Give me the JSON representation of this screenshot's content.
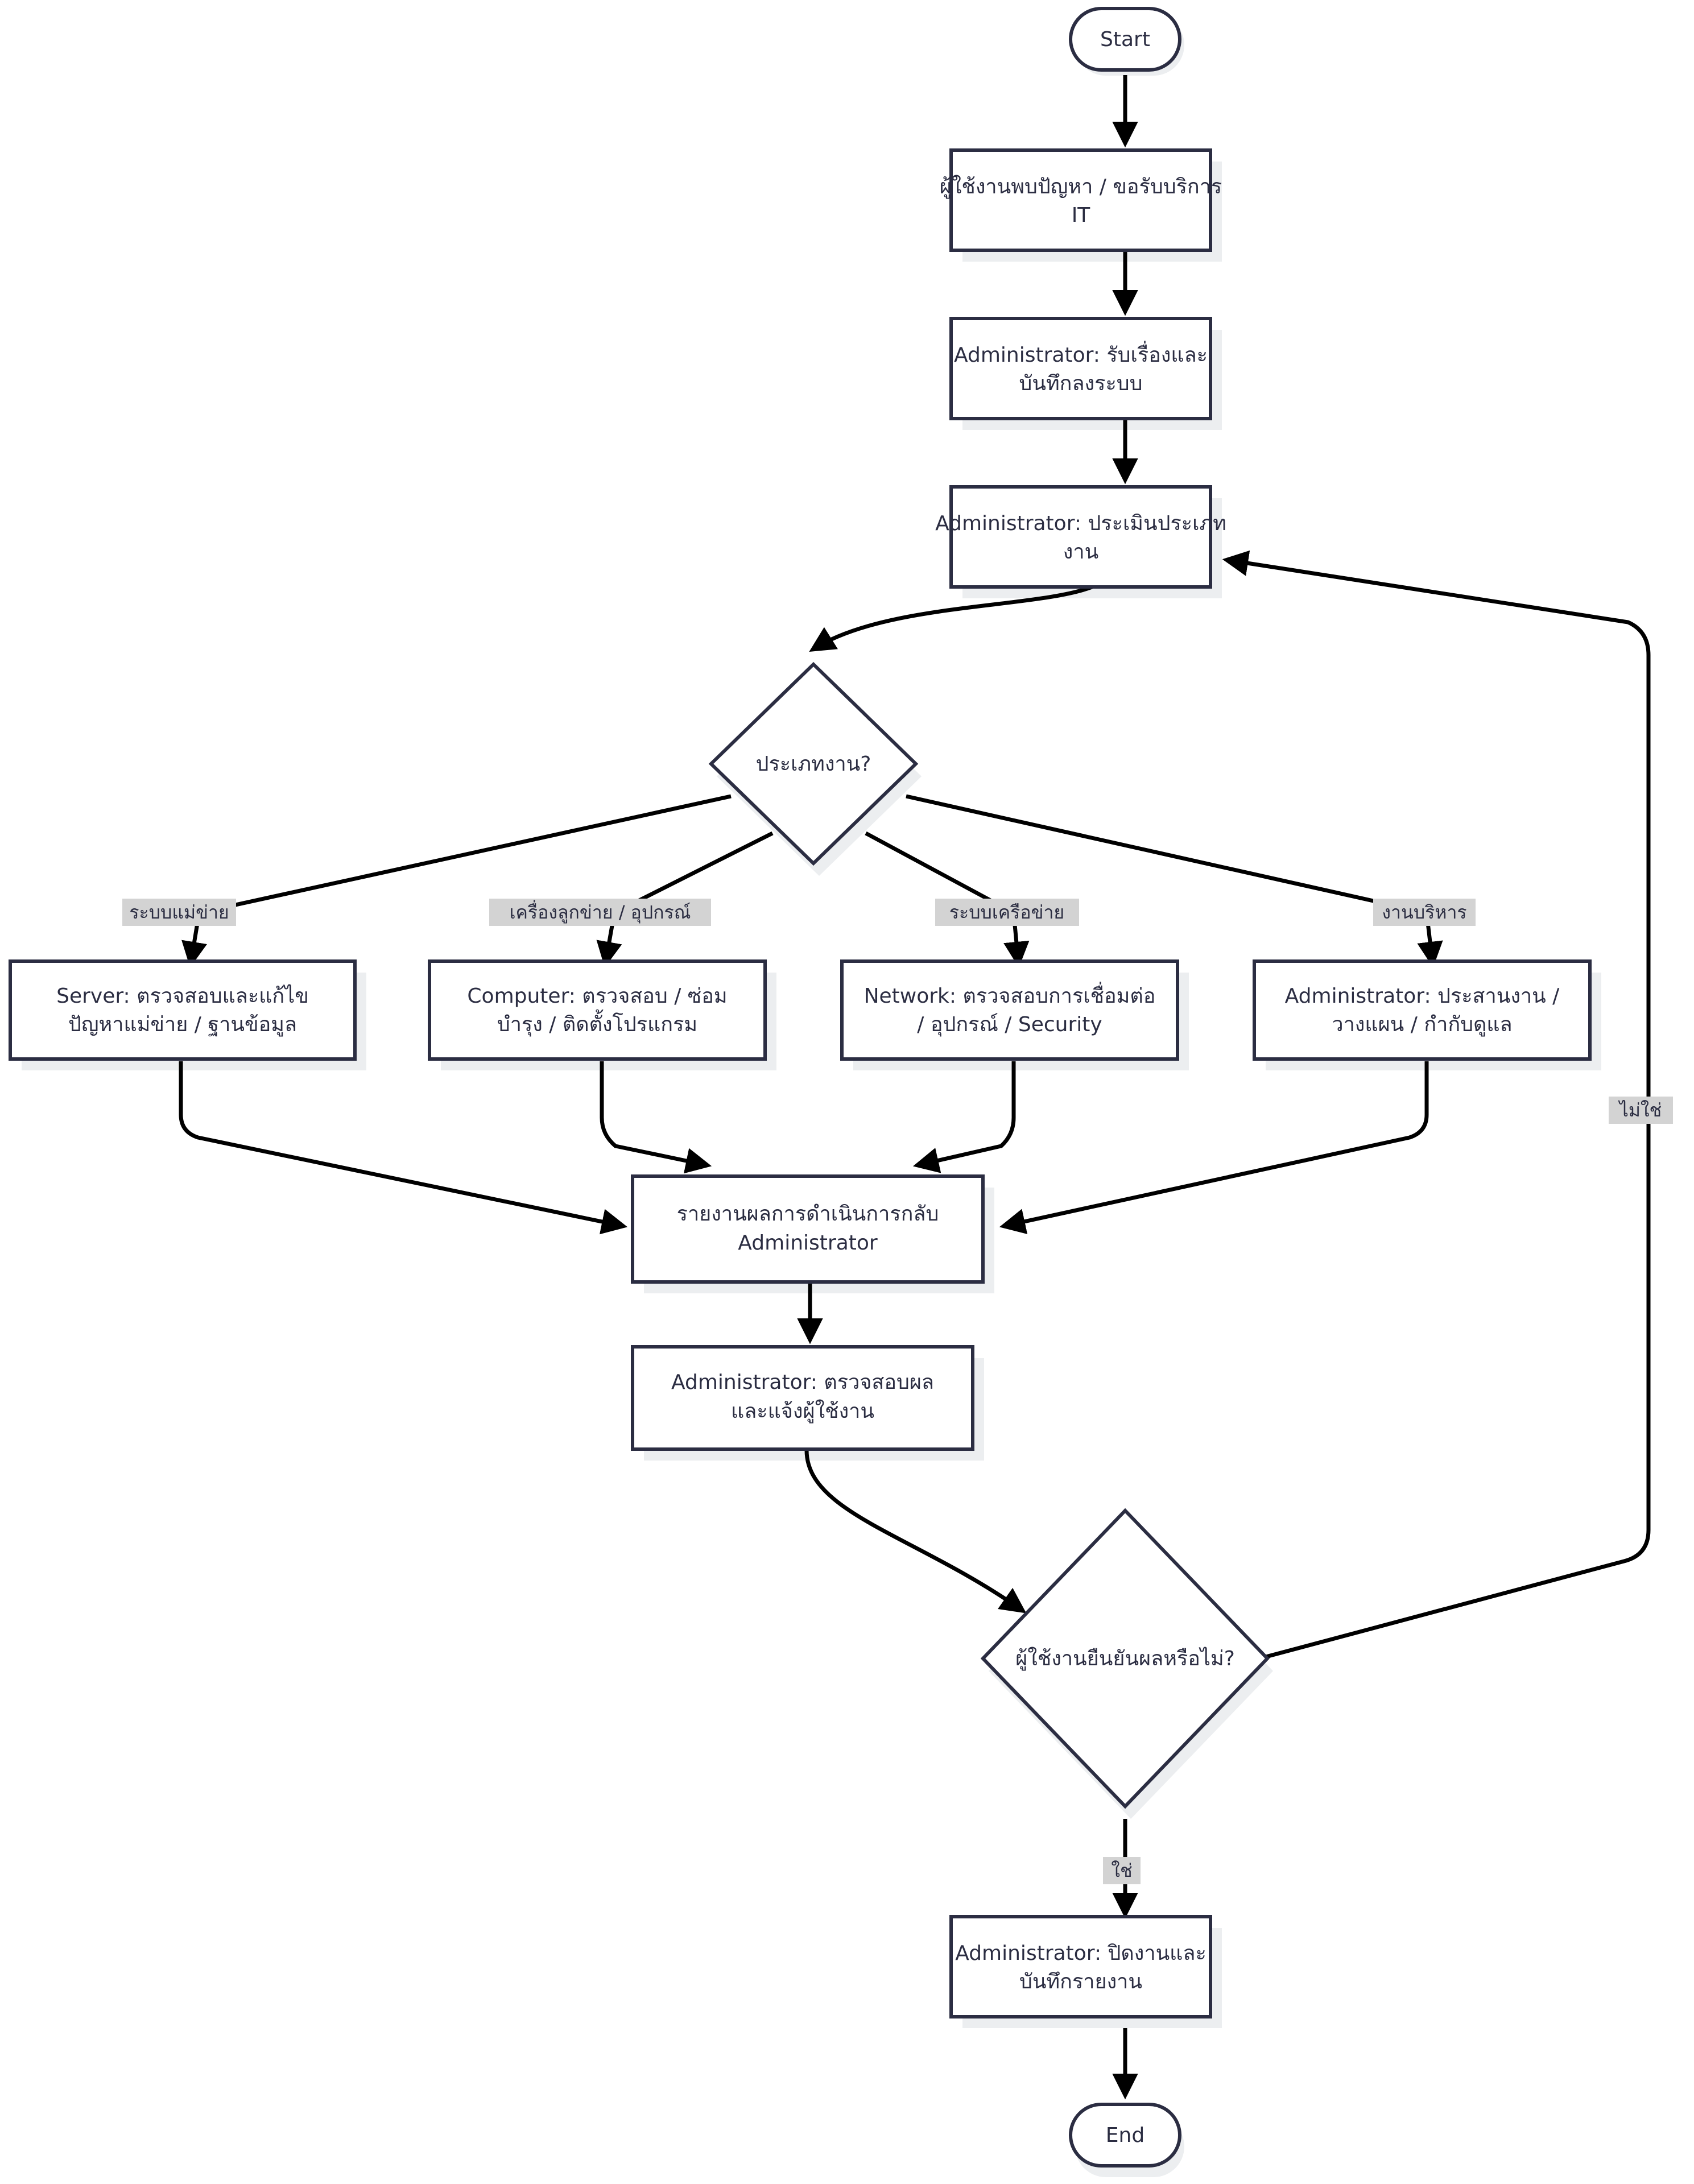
{
  "diagram": {
    "type": "flowchart",
    "direction": "top-down",
    "title_text": "",
    "colors": {
      "node_stroke": "#2b2d42",
      "node_fill": "#ffffff",
      "edge_stroke": "#000000",
      "label_background": "#d3d3d3",
      "shadow": "#eceef0",
      "text": "#2b2d42",
      "page_background": "#ffffff"
    },
    "nodes": [
      {
        "id": "start",
        "shape": "stadium",
        "lines": [
          "Start"
        ]
      },
      {
        "id": "n1",
        "shape": "rect",
        "lines": [
          "ผู้ใช้งานพบปัญหา / ขอรับบริการ",
          "IT"
        ]
      },
      {
        "id": "n2",
        "shape": "rect",
        "lines": [
          "Administrator: รับเรื่องและ",
          "บันทึกลงระบบ"
        ]
      },
      {
        "id": "n3",
        "shape": "rect",
        "lines": [
          "Administrator: ประเมินประเภท",
          "งาน"
        ]
      },
      {
        "id": "d1",
        "shape": "diamond",
        "lines": [
          "ประเภทงาน?"
        ]
      },
      {
        "id": "p_server",
        "shape": "rect",
        "lines": [
          "Server: ตรวจสอบและแก้ไข",
          "ปัญหาแม่ข่าย / ฐานข้อมูล"
        ]
      },
      {
        "id": "p_client",
        "shape": "rect",
        "lines": [
          "Computer: ตรวจสอบ / ซ่อม",
          "บำรุง / ติดตั้งโปรแกรม"
        ]
      },
      {
        "id": "p_network",
        "shape": "rect",
        "lines": [
          "Network: ตรวจสอบการเชื่อมต่อ",
          "/ อุปกรณ์ / Security"
        ]
      },
      {
        "id": "p_admin",
        "shape": "rect",
        "lines": [
          "Administrator: ประสานงาน /",
          "วางแผน / กำกับดูแล"
        ]
      },
      {
        "id": "n_report",
        "shape": "rect",
        "lines": [
          "รายงานผลการดำเนินการกลับ",
          "Administrator"
        ]
      },
      {
        "id": "n_verify",
        "shape": "rect",
        "lines": [
          "Administrator: ตรวจสอบผล",
          "และแจ้งผู้ใช้งาน"
        ]
      },
      {
        "id": "d2",
        "shape": "diamond",
        "lines": [
          "ผู้ใช้งานยืนยันผลหรือไม่?"
        ]
      },
      {
        "id": "n_close",
        "shape": "rect",
        "lines": [
          "Administrator: ปิดงานและ",
          "บันทึกรายงาน"
        ]
      },
      {
        "id": "end",
        "shape": "stadium",
        "lines": [
          "End"
        ]
      }
    ],
    "edge_labels": [
      {
        "id": "lbl_server",
        "text": "ระบบแม่ข่าย"
      },
      {
        "id": "lbl_client",
        "text": "เครื่องลูกข่าย / อุปกรณ์"
      },
      {
        "id": "lbl_network",
        "text": "ระบบเครือข่าย"
      },
      {
        "id": "lbl_admin",
        "text": "งานบริหาร"
      },
      {
        "id": "lbl_no",
        "text": "ไม่ใช่"
      },
      {
        "id": "lbl_yes",
        "text": "ใช่"
      }
    ],
    "edges": [
      {
        "from": "start",
        "to": "n1",
        "label": ""
      },
      {
        "from": "n1",
        "to": "n2",
        "label": ""
      },
      {
        "from": "n2",
        "to": "n3",
        "label": ""
      },
      {
        "from": "n3",
        "to": "d1",
        "label": ""
      },
      {
        "from": "d1",
        "to": "p_server",
        "label": "ระบบแม่ข่าย"
      },
      {
        "from": "d1",
        "to": "p_client",
        "label": "เครื่องลูกข่าย / อุปกรณ์"
      },
      {
        "from": "d1",
        "to": "p_network",
        "label": "ระบบเครือข่าย"
      },
      {
        "from": "d1",
        "to": "p_admin",
        "label": "งานบริหาร"
      },
      {
        "from": "p_server",
        "to": "n_report",
        "label": ""
      },
      {
        "from": "p_client",
        "to": "n_report",
        "label": ""
      },
      {
        "from": "p_network",
        "to": "n_report",
        "label": ""
      },
      {
        "from": "p_admin",
        "to": "n_report",
        "label": ""
      },
      {
        "from": "n_report",
        "to": "n_verify",
        "label": ""
      },
      {
        "from": "n_verify",
        "to": "d2",
        "label": ""
      },
      {
        "from": "d2",
        "to": "n_close",
        "label": "ใช่"
      },
      {
        "from": "d2",
        "to": "n3",
        "label": "ไม่ใช่"
      },
      {
        "from": "n_close",
        "to": "end",
        "label": ""
      }
    ]
  }
}
